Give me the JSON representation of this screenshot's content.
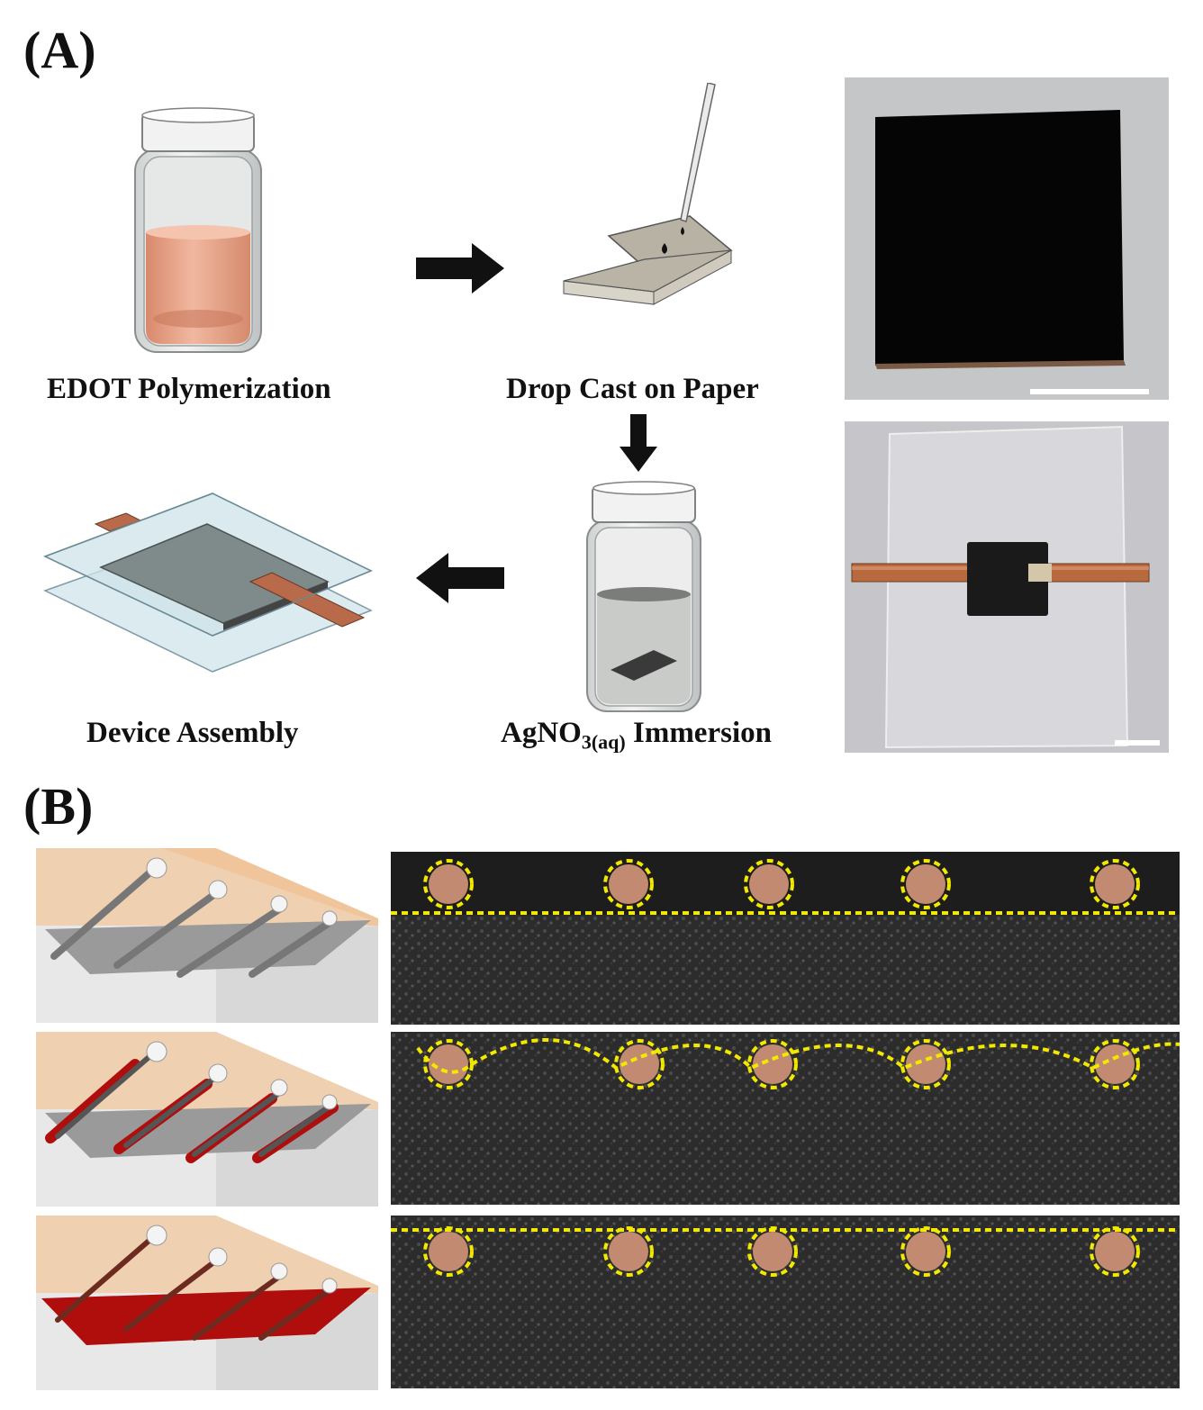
{
  "panel_a": {
    "label": "(A)",
    "steps": {
      "polymerization": "EDOT Polymerization",
      "drop_cast": "Drop Cast on Paper",
      "immersion_main": "AgNO",
      "immersion_sub": "3(aq)",
      "immersion_tail": " Immersion",
      "assembly": "Device Assembly"
    }
  },
  "panel_b": {
    "label": "(B)"
  },
  "colors": {
    "solution_orange": "#e6a98f",
    "silver_solution": "#c8cbc8",
    "copper": "#b86a4a",
    "glass": "#cfe3ea",
    "paper_dark": "#2a2a2a",
    "highlight_yellow": "#f2e800",
    "pedot_red": "#b00d0d"
  }
}
